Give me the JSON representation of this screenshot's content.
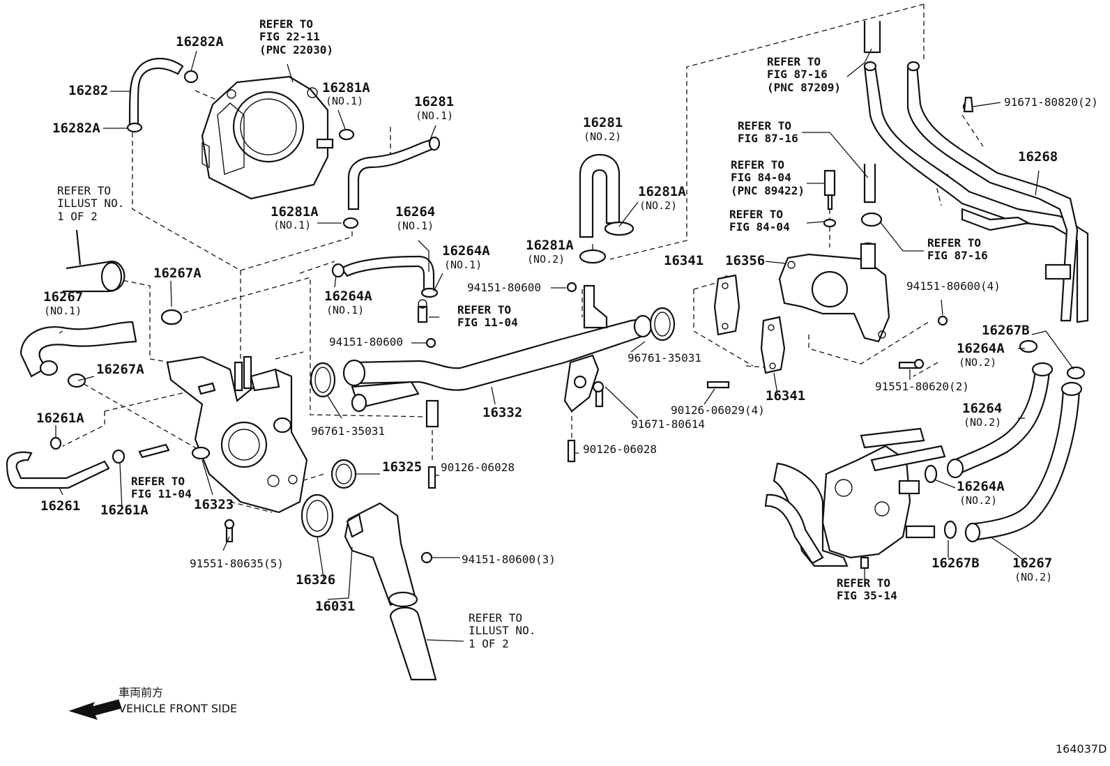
{
  "diagram": {
    "figure_id": "164037D",
    "direction": {
      "jp": "車両前方",
      "en": "VEHICLE FRONT SIDE"
    },
    "labels": {
      "p16282A_top": "16282A",
      "p16282": "16282",
      "p16282A_left": "16282A",
      "ref_fig2211": "REFER TO\nFIG 22-11\n(PNC 22030)",
      "p16281A_no1_a": "16281A",
      "p16281A_no1_a_sub": "(NO.1)",
      "p16281_no1": "16281",
      "p16281_no1_sub": "(NO.1)",
      "ref_illust_top": "REFER TO\nILLUST NO.\n1 OF 2",
      "p16281A_no1_b": "16281A",
      "p16281A_no1_b_sub": "(NO.1)",
      "p16264_no1": "16264",
      "p16264_no1_sub": "(NO.1)",
      "p16264A_no1_a": "16264A",
      "p16264A_no1_a_sub": "(NO.1)",
      "p16264A_no1_b": "16264A",
      "p16264A_no1_b_sub": "(NO.1)",
      "ref_fig1104_a": "REFER TO\nFIG 11-04",
      "p16267A_top": "16267A",
      "p16267_no1": "16267",
      "p16267_no1_sub": "(NO.1)",
      "p16267A_bot": "16267A",
      "p16261A_a": "16261A",
      "p16261": "16261",
      "p16261A_b": "16261A",
      "ref_fig1104_b": "REFER TO\nFIG 11-04",
      "p16323": "16323",
      "p91551_80635": "91551-80635(5)",
      "p16281_no2": "16281",
      "p16281_no2_sub": "(NO.2)",
      "p16281A_no2_a": "16281A",
      "p16281A_no2_a_sub": "(NO.2)",
      "p16281A_no2_b": "16281A",
      "p16281A_no2_b_sub": "(NO.2)",
      "p94151_80600_a": "94151-80600",
      "p94151_80600_b": "94151-80600",
      "p96761_35031_l": "96761-35031",
      "p16332": "16332",
      "p96761_35031_r": "96761-35031",
      "p91671_80614": "91671-80614",
      "p90126_06028_a": "90126-06028",
      "p90126_06028_b": "90126-06028",
      "p16325": "16325",
      "p16326": "16326",
      "p16031": "16031",
      "p94151_80600_3": "94151-80600(3)",
      "ref_illust_bot": "REFER TO\nILLUST NO.\n1 OF 2",
      "ref_fig8716_a": "REFER TO\nFIG 87-16\n(PNC 87209)",
      "p91671_80820": "91671-80820(2)",
      "p16268": "16268",
      "ref_fig8716_b": "REFER TO\nFIG 87-16",
      "ref_fig8404_a": "REFER TO\nFIG 84-04\n(PNC 89422)",
      "ref_fig8404_b": "REFER TO\nFIG 84-04",
      "ref_fig8716_c": "REFER TO\nFIG 87-16",
      "p16341_a": "16341",
      "p16356": "16356",
      "p94151_80600_4": "94151-80600(4)",
      "p16267B_a": "16267B",
      "p16264A_no2_a": "16264A",
      "p16264A_no2_a_sub": "(NO.2)",
      "p91551_80620": "91551-80620(2)",
      "p90126_06029": "90126-06029(4)",
      "p16341_b": "16341",
      "p16264_no2": "16264",
      "p16264_no2_sub": "(NO.2)",
      "p16264A_no2_b": "16264A",
      "p16264A_no2_b_sub": "(NO.2)",
      "p16267B_b": "16267B",
      "p16267_no2": "16267",
      "p16267_no2_sub": "(NO.2)",
      "ref_fig3514": "REFER TO\nFIG 35-14"
    }
  }
}
